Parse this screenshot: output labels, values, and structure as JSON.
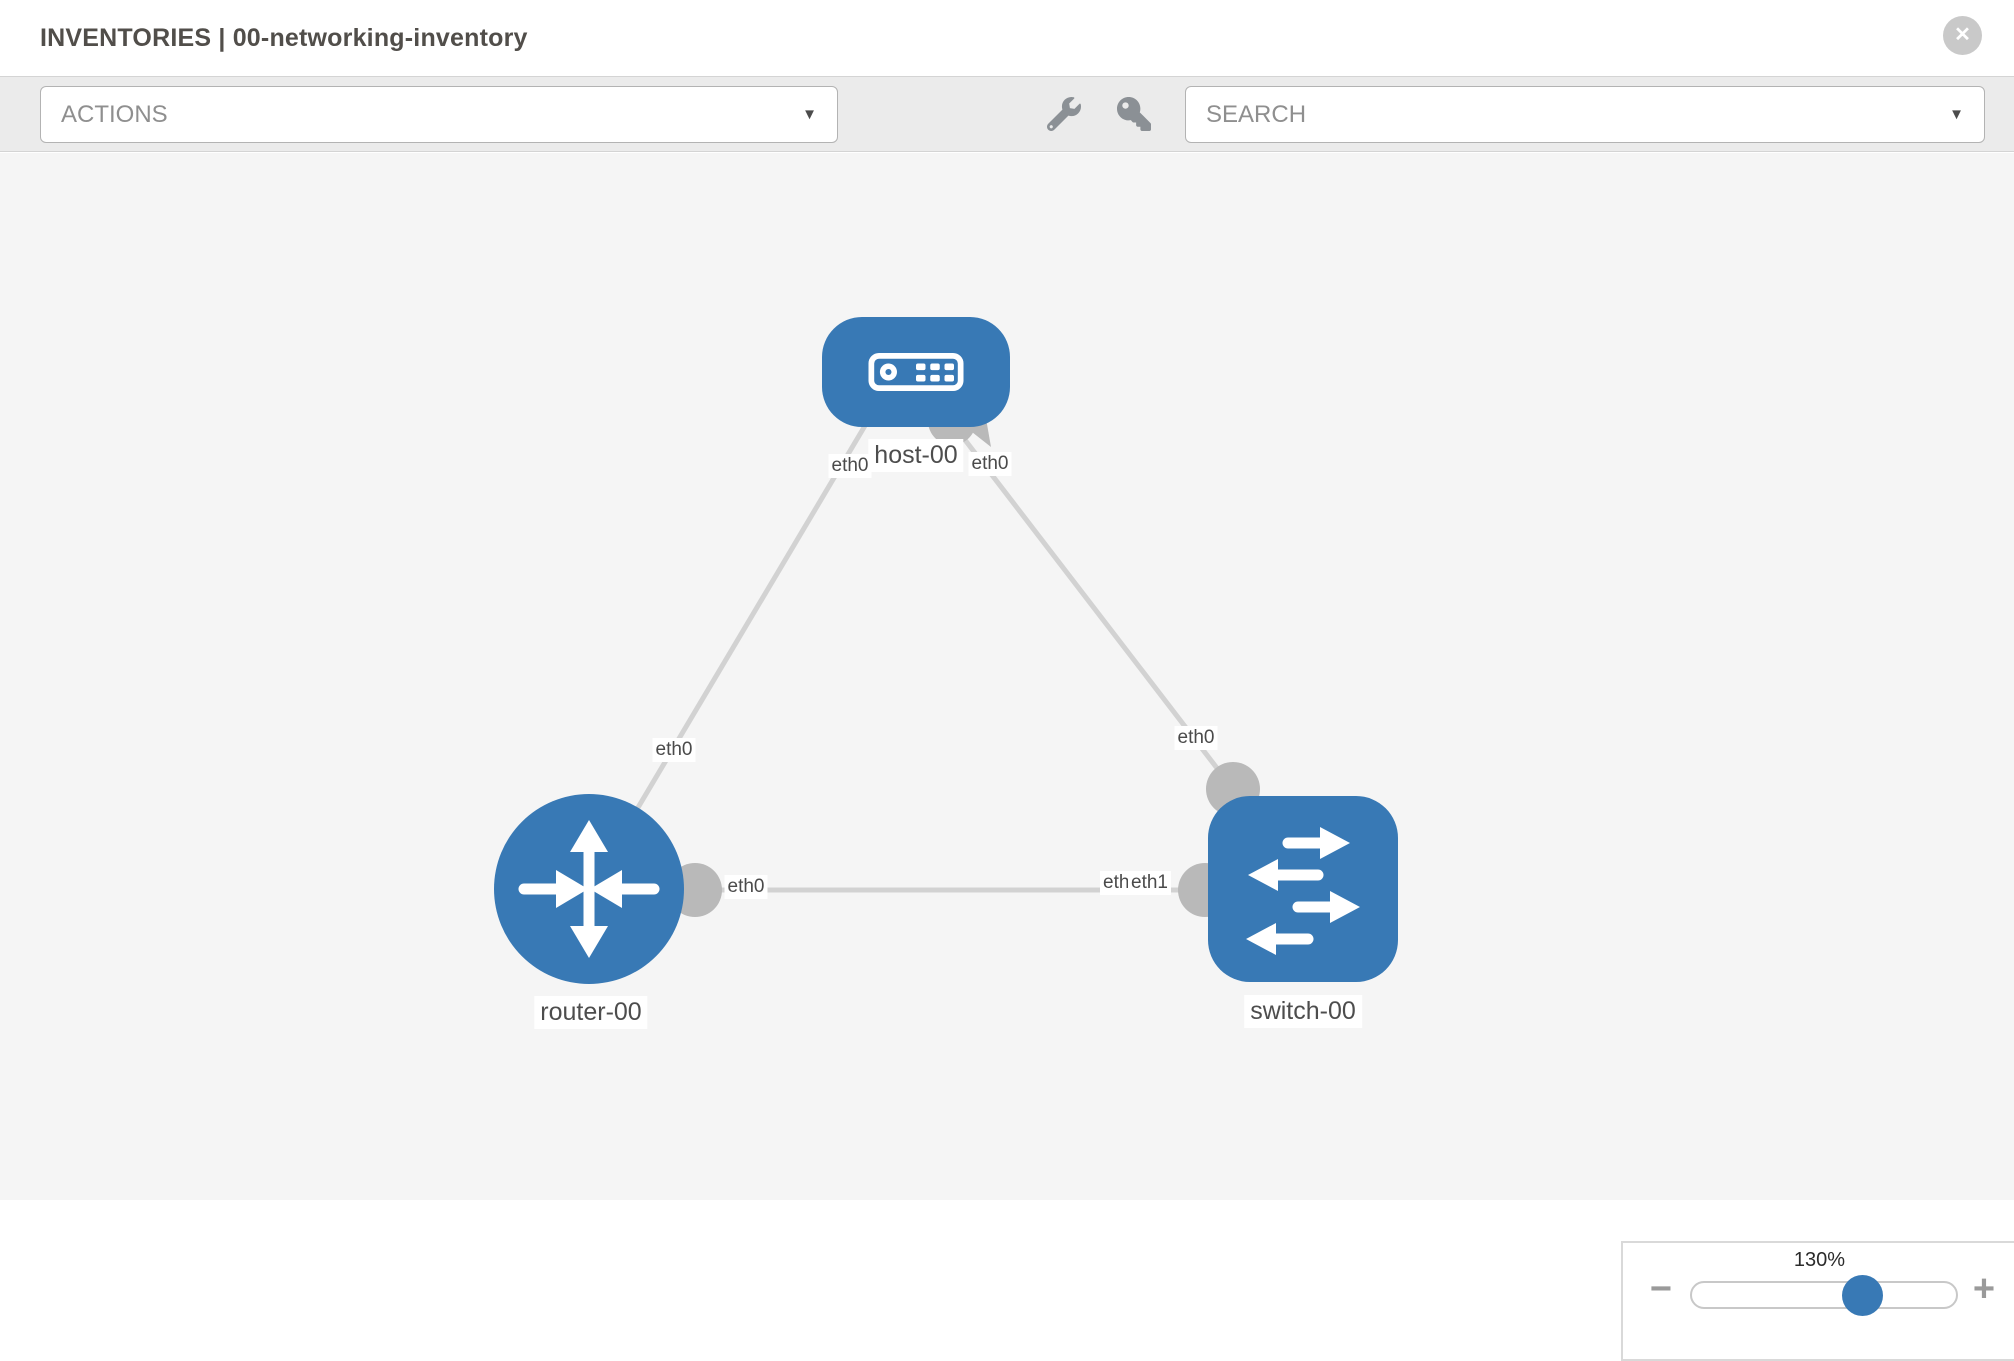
{
  "header": {
    "title": "INVENTORIES | 00-networking-inventory"
  },
  "toolbar": {
    "actions_label": "ACTIONS",
    "search_label": "SEARCH"
  },
  "icons": {
    "close": "✕",
    "dropdown_arrow": "▼",
    "minus": "−",
    "plus": "+"
  },
  "topology": {
    "nodes": {
      "host": {
        "label": "host-00",
        "type": "host"
      },
      "router": {
        "label": "router-00",
        "type": "router"
      },
      "switch": {
        "label": "switch-00",
        "type": "switch"
      }
    },
    "interface_labels": {
      "host_router_link_host_end": "eth0",
      "host_router_link_router_end": "eth0",
      "host_switch_link_host_end": "eth0",
      "host_switch_link_switch_end": "eth0",
      "router_switch_link_router_end": "eth0",
      "router_switch_link_switch_end_back": "eth0",
      "router_switch_link_switch_end_front": "eth1"
    }
  },
  "zoom_control": {
    "level": "130%"
  },
  "colors": {
    "node_blue": "#3879b5",
    "link_gray": "#d2d2d2",
    "connector_gray": "#b9b9b9",
    "toolbar_bg": "#ebebeb",
    "canvas_bg": "#f5f5f5",
    "label_text": "#4d4d4d",
    "close_btn_gray": "#c9c9c9"
  }
}
